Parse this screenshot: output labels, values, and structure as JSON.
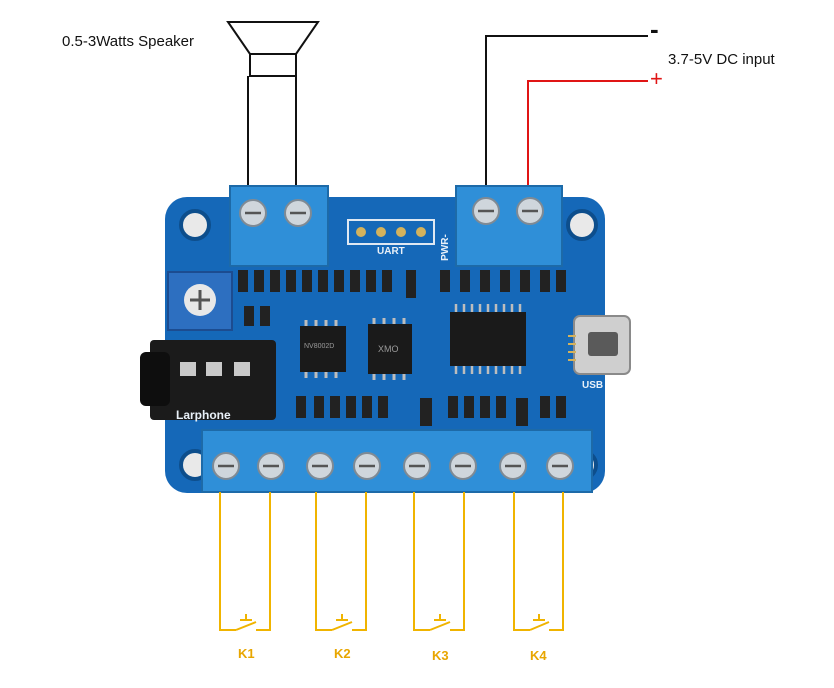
{
  "labels": {
    "speaker": "0.5-3Watts Speaker",
    "dc_input": "3.7-5V DC input",
    "minus": "-",
    "plus": "+"
  },
  "board": {
    "uart": "UART",
    "pwr": "PWR-",
    "usb": "USB",
    "earphone": "Larphone",
    "chip1": "NV8002D",
    "chip2": "XMO"
  },
  "buttons": [
    "K1",
    "K2",
    "K3",
    "K4"
  ],
  "colors": {
    "board": "#1568b8",
    "terminal": "#2f8fd8",
    "wire_black": "#111111",
    "wire_red": "#e01515",
    "wire_yellow": "#f0b400"
  }
}
